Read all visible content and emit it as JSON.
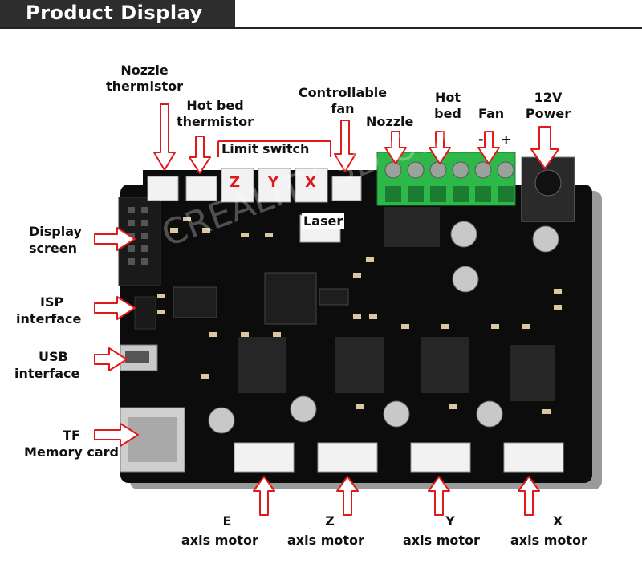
{
  "header": {
    "title": "Product Display"
  },
  "labels": {
    "nozzle_thermistor": [
      "Nozzle",
      "thermistor"
    ],
    "hot_bed_thermistor": [
      "Hot bed",
      "thermistor"
    ],
    "limit_switch": "Limit switch",
    "axis_z": "Z",
    "axis_y": "Y",
    "axis_x": "X",
    "controllable_fan": [
      "Controllable",
      "fan"
    ],
    "nozzle": "Nozzle",
    "hot_bed": [
      "Hot",
      "bed"
    ],
    "fan": "Fan",
    "fan_minus": "-",
    "fan_plus": "+",
    "power": [
      "12V",
      "Power"
    ],
    "laser": "Laser",
    "display_screen": [
      "Display",
      "screen"
    ],
    "isp_interface": [
      "ISP",
      "interface"
    ],
    "usb_interface": [
      "USB",
      "interface"
    ],
    "tf_memory_card": [
      "TF",
      "Memory card"
    ],
    "e_axis_motor": [
      "E",
      "axis motor"
    ],
    "z_axis_motor": [
      "Z",
      "axis motor"
    ],
    "y_axis_motor": [
      "Y",
      "axis motor"
    ],
    "x_axis_motor": [
      "X",
      "axis motor"
    ]
  },
  "watermark": "CREALITY 3D Official",
  "colors": {
    "board": "#0c0c0c",
    "terminal": "#2fb84a",
    "connector": "#f2f2f2",
    "arrow": "#e01a1a",
    "label": "#111111",
    "axis_letter": "#e01a1a"
  }
}
